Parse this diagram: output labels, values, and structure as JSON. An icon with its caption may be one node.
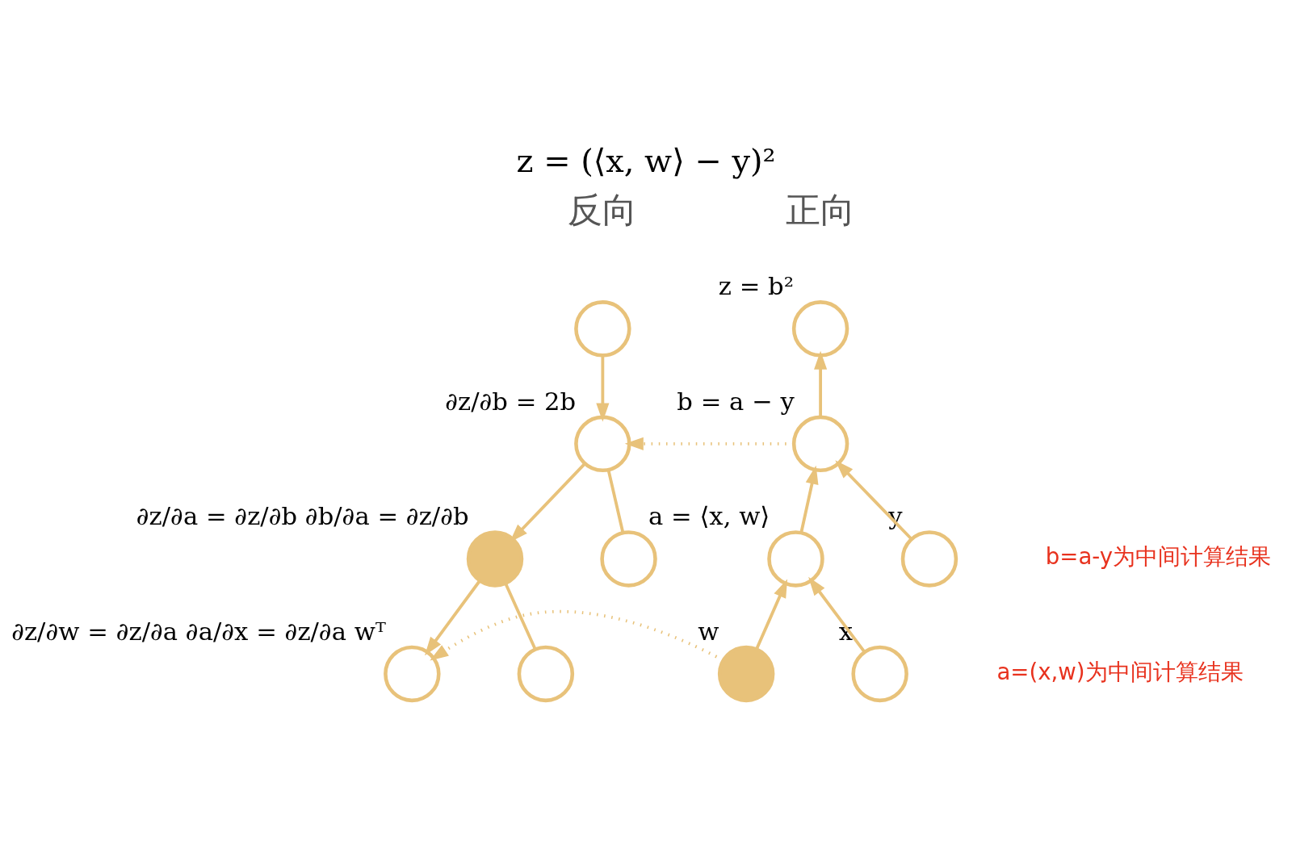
{
  "diagram": {
    "title": "z = (⟨x, w⟩ − y)²",
    "nodes": [
      {
        "text": [],
        "shape": "circle",
        "beside": [
          "z = b²"
        ]
      },
      {
        "text": [],
        "shape": "circle",
        "beside": [
          "b = a − y"
        ]
      },
      {
        "text": [],
        "shape": "circle",
        "beside": [
          "a = ⟨x, w⟩"
        ]
      },
      {
        "text": [],
        "shape": "circle",
        "beside": [
          "y"
        ]
      },
      {
        "text": [],
        "shape": "circle",
        "beside": [
          "w"
        ]
      },
      {
        "text": [],
        "shape": "circle",
        "beside": [
          "x"
        ]
      },
      {
        "text": [],
        "shape": "circle"
      },
      {
        "text": [],
        "shape": "circle",
        "beside": [
          "∂z/∂b = 2b"
        ]
      },
      {
        "text": [],
        "shape": "circle",
        "beside": [
          "∂z/∂a = ∂z/∂b ∂b/∂a = ∂z/∂b"
        ]
      },
      {
        "text": [],
        "shape": "circle"
      },
      {
        "text": [],
        "shape": "circle",
        "beside": [
          "∂z/∂w = ∂z/∂a ∂a/∂x = ∂z/∂a wᵀ"
        ]
      },
      {
        "text": [],
        "shape": "circle"
      }
    ],
    "edges": [
      {
        "from": 1,
        "to": 0,
        "arrow": "to"
      },
      {
        "from": 2,
        "to": 1,
        "arrow": "to"
      },
      {
        "from": 3,
        "to": 1,
        "arrow": "to"
      },
      {
        "from": 4,
        "to": 2,
        "arrow": "to"
      },
      {
        "from": 5,
        "to": 2,
        "arrow": "to"
      },
      {
        "from": 6,
        "to": 7,
        "arrow": "to"
      },
      {
        "from": 7,
        "to": 8,
        "arrow": "to"
      },
      {
        "from": 7,
        "to": 9,
        "arrow": "none"
      },
      {
        "from": 8,
        "to": 10,
        "arrow": "to"
      },
      {
        "from": 8,
        "to": 11,
        "arrow": "none"
      },
      {
        "from": 1,
        "to": 7,
        "arrow": "to",
        "style": "dashed"
      },
      {
        "from": 4,
        "to": 10,
        "arrow": "to",
        "style": "dashed"
      }
    ],
    "labels": [
      "正向",
      "反向",
      "b=a-y为中间计算结果",
      "a=(x,w)为中间计算结果"
    ]
  }
}
